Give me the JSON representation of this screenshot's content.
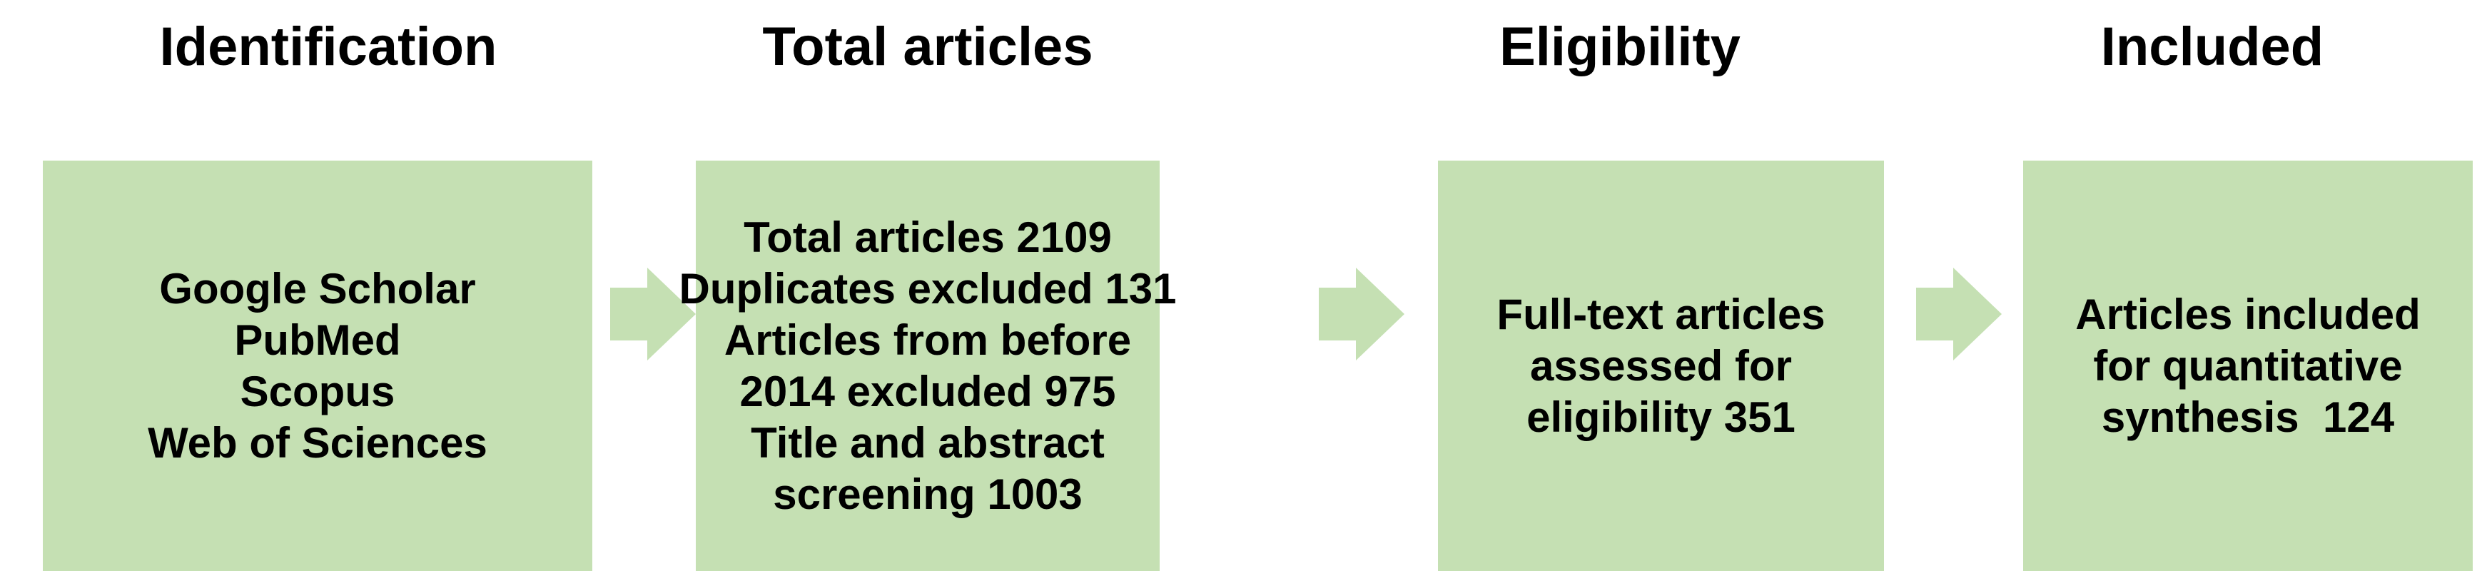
{
  "colors": {
    "box_fill": "#c5e0b3",
    "arrow_fill": "#c5e0b3",
    "text": "#000000"
  },
  "stages": [
    {
      "title": "Identification",
      "lines": [
        "Google Scholar",
        "PubMed",
        "Scopus",
        "Web of Sciences"
      ]
    },
    {
      "title": "Total articles",
      "lines": [
        "Total articles 2109",
        "Duplicates excluded 131",
        "Articles from before",
        "2014 excluded 975",
        "Title and abstract",
        "screening 1003"
      ]
    },
    {
      "title": "Eligibility",
      "lines": [
        "Full-text articles",
        "assessed for",
        "eligibility 351"
      ]
    },
    {
      "title": "Included",
      "lines": [
        "Articles included",
        "for quantitative",
        "synthesis  124"
      ]
    }
  ],
  "arrows": [
    {
      "icon": "right-arrow-icon"
    },
    {
      "icon": "right-arrow-icon"
    },
    {
      "icon": "right-arrow-icon"
    }
  ]
}
